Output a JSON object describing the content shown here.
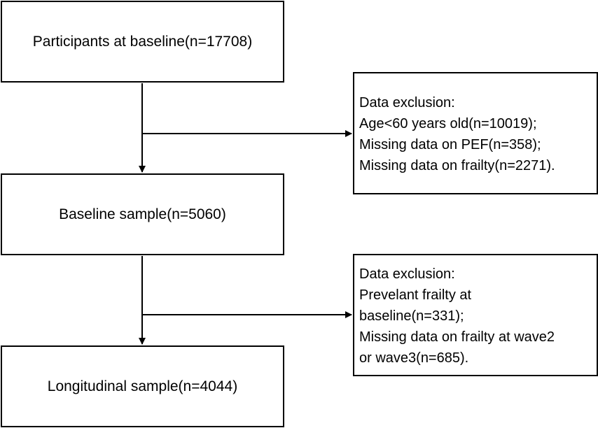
{
  "boxes": {
    "baseline_participants": "Participants at baseline(n=17708)",
    "baseline_sample": "Baseline sample(n=5060)",
    "longitudinal_sample": "Longitudinal sample(n=4044)"
  },
  "exclusion_1": {
    "lines": [
      "Data exclusion:",
      "Age<60 years old(n=10019);",
      "Missing data on PEF(n=358);",
      "Missing data on frailty(n=2271)."
    ]
  },
  "exclusion_2": {
    "lines": [
      "Data exclusion:",
      "Prevelant frailty at",
      "baseline(n=331);",
      "Missing data on frailty at wave2",
      "or wave3(n=685)."
    ]
  }
}
